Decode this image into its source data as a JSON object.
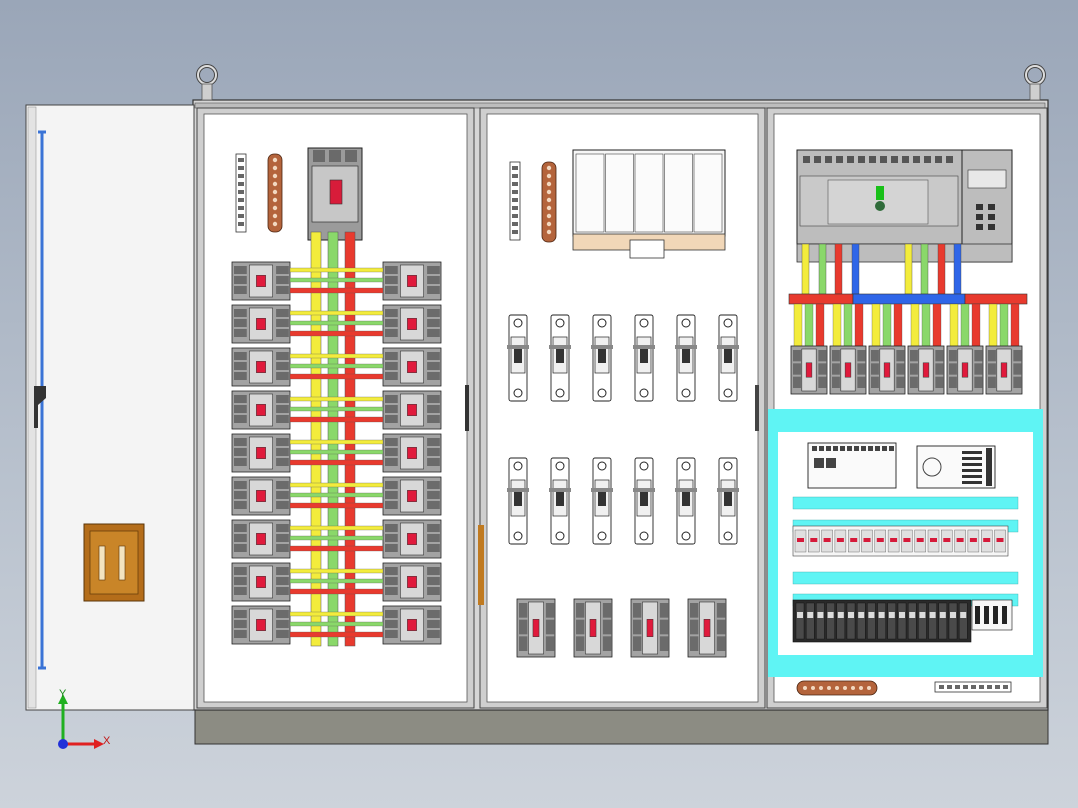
{
  "axes": {
    "x_label": "X",
    "y_label": "Y"
  },
  "colors": {
    "background": "#aab3c2",
    "panel": "#ffffff",
    "frame": "#d9d9d9",
    "plinth": "#8b8b82",
    "busbar_red": "#e83a2e",
    "busbar_green": "#8ad86a",
    "busbar_yellow": "#f3ec3c",
    "busbar_blue": "#2f66e8",
    "din_rail_cyan": "#5ff4f4",
    "copper": "#b4643c",
    "breaker_body": "#9a9a9a",
    "door_handle": "#b06d18",
    "axis_x": "#e02020",
    "axis_y": "#20b020",
    "axis_z": "#2030d8"
  },
  "components": {
    "left_section_breaker_rows": 9,
    "middle_switch_rows": 2,
    "middle_switches_per_row": 6,
    "middle_bottom_breakers": 4,
    "right_breakers": 6,
    "terminal_blocks": 17
  }
}
